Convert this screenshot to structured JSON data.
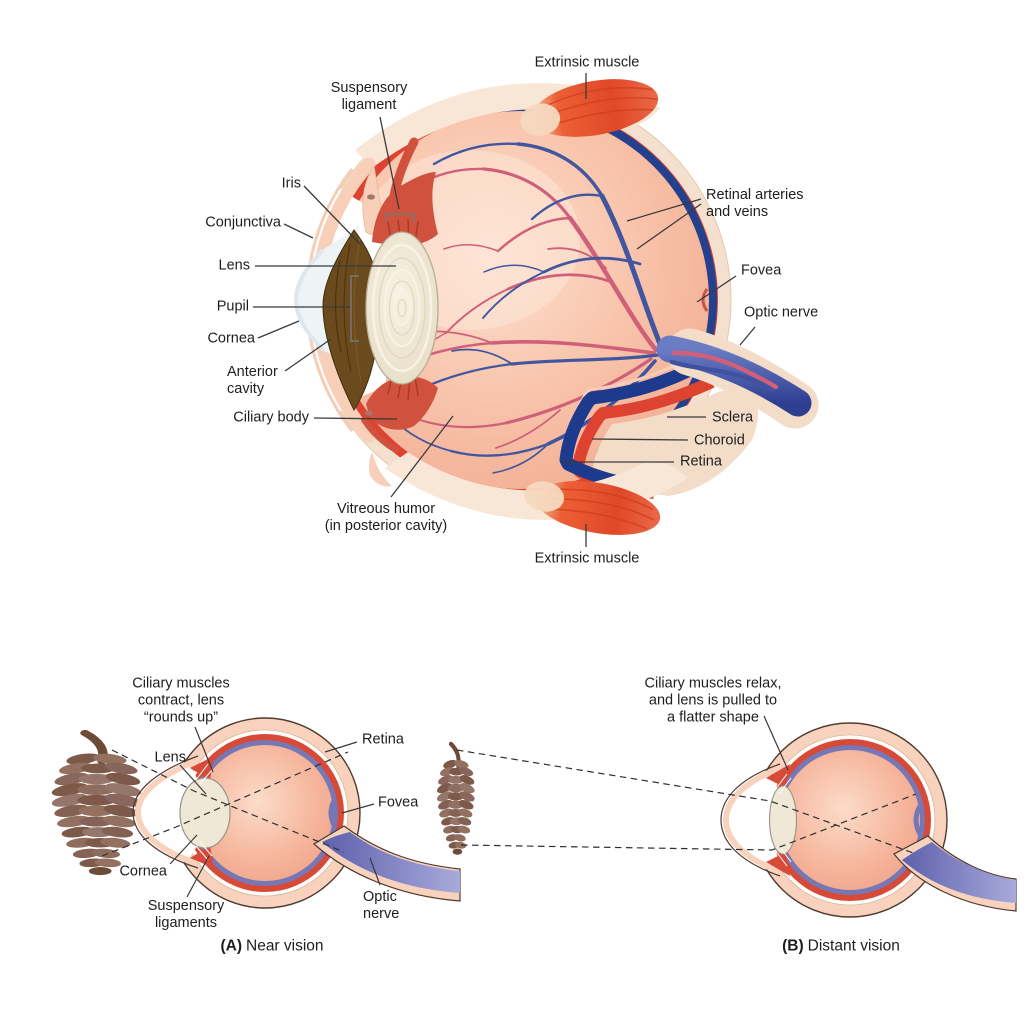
{
  "figure": {
    "background": "#ffffff"
  },
  "colors": {
    "label_text": "#1e1e1e",
    "leader_line": "#3a3a3a",
    "sclera_cream": "#f3e0ce",
    "choroid_red": "#dd4330",
    "retina_blue": "#24418e",
    "vitreous_edge": "#f0a88c",
    "vitreous_center": "#fde2d2",
    "artery_pink": "#d0607a",
    "vein_blue": "#42569f",
    "muscle_red": "#e04827",
    "tendon_cream": "#f8e6d6",
    "iris_brown": "#6b4b1d",
    "lens_cream": "#ece3cf",
    "cornea_pale": "#eef3f6",
    "optic_nerve_blue": "#3c4e9e",
    "eye_wall_peach": "#f8d0ba",
    "panel_ring_red": "#d84a38",
    "panel_ring_purple": "#7678b6",
    "pinecone_brown": "#8f6d5e",
    "dashed_ray": "#2f2f2f"
  },
  "main": {
    "labels": {
      "suspensory_ligament": "Suspensory\nligament",
      "iris": "Iris",
      "conjunctiva": "Conjunctiva",
      "lens": "Lens",
      "pupil": "Pupil",
      "cornea": "Cornea",
      "anterior_cavity": "Anterior\ncavity",
      "ciliary_body": "Ciliary body",
      "vitreous_humor": "Vitreous humor\n(in posterior cavity)",
      "extrinsic_muscle_top": "Extrinsic muscle",
      "extrinsic_muscle_bottom": "Extrinsic muscle",
      "retinal_vessels": "Retinal arteries\nand veins",
      "fovea": "Fovea",
      "optic_nerve": "Optic nerve",
      "sclera": "Sclera",
      "choroid": "Choroid",
      "retina": "Retina"
    }
  },
  "panel_a": {
    "labels": {
      "ciliary_note": "Ciliary muscles\ncontract, lens\n“rounds up”",
      "lens": "Lens",
      "retina": "Retina",
      "fovea": "Fovea",
      "cornea": "Cornea",
      "suspensory_ligaments": "Suspensory\nligaments",
      "optic_nerve": "Optic\nnerve"
    },
    "caption": {
      "letter": "(A)",
      "text": "Near vision"
    }
  },
  "panel_b": {
    "labels": {
      "ciliary_note": "Ciliary muscles relax,\nand lens is pulled to\na flatter shape"
    },
    "caption": {
      "letter": "(B)",
      "text": "Distant vision"
    }
  }
}
